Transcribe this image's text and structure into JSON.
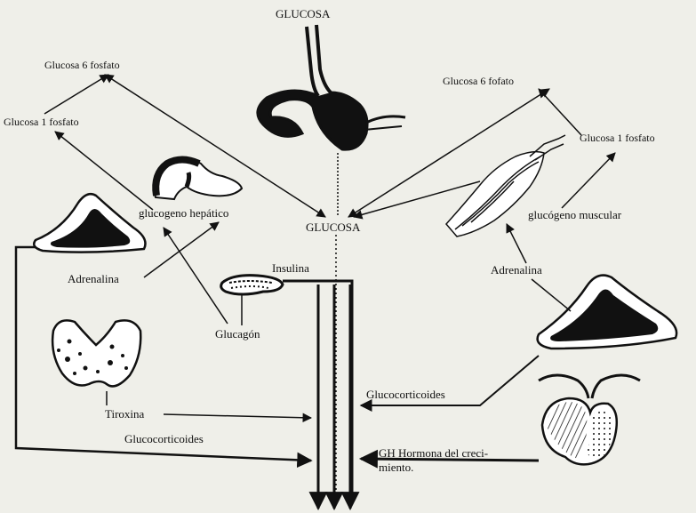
{
  "labels": {
    "glucosa_top": "GLUCOSA",
    "g6p_left": "Glucosa 6 fosfato",
    "g1p_left": "Glucosa 1 fosfato",
    "g6p_right": "Glucosa  6 fofato",
    "g1p_right": "Glucosa  1 fosfato",
    "glucogeno_hepatico": "glucogeno hepático",
    "glucosa_center": "GLUCOSA",
    "glucogeno_muscular": "glucógeno muscular",
    "adrenalina_left": "Adrenalina",
    "adrenalina_right": "Adrenalina",
    "insulina": "Insulina",
    "glucagon": "Glucagón",
    "tiroxina": "Tiroxina",
    "glucocorticoides_right": "Glucocorticoides",
    "glucocorticoides_bottom": "Glucocorticoides",
    "gh": "GH Hormona del creci-\nmiento."
  },
  "colors": {
    "ink": "#111111",
    "paper": "#efefe9"
  }
}
